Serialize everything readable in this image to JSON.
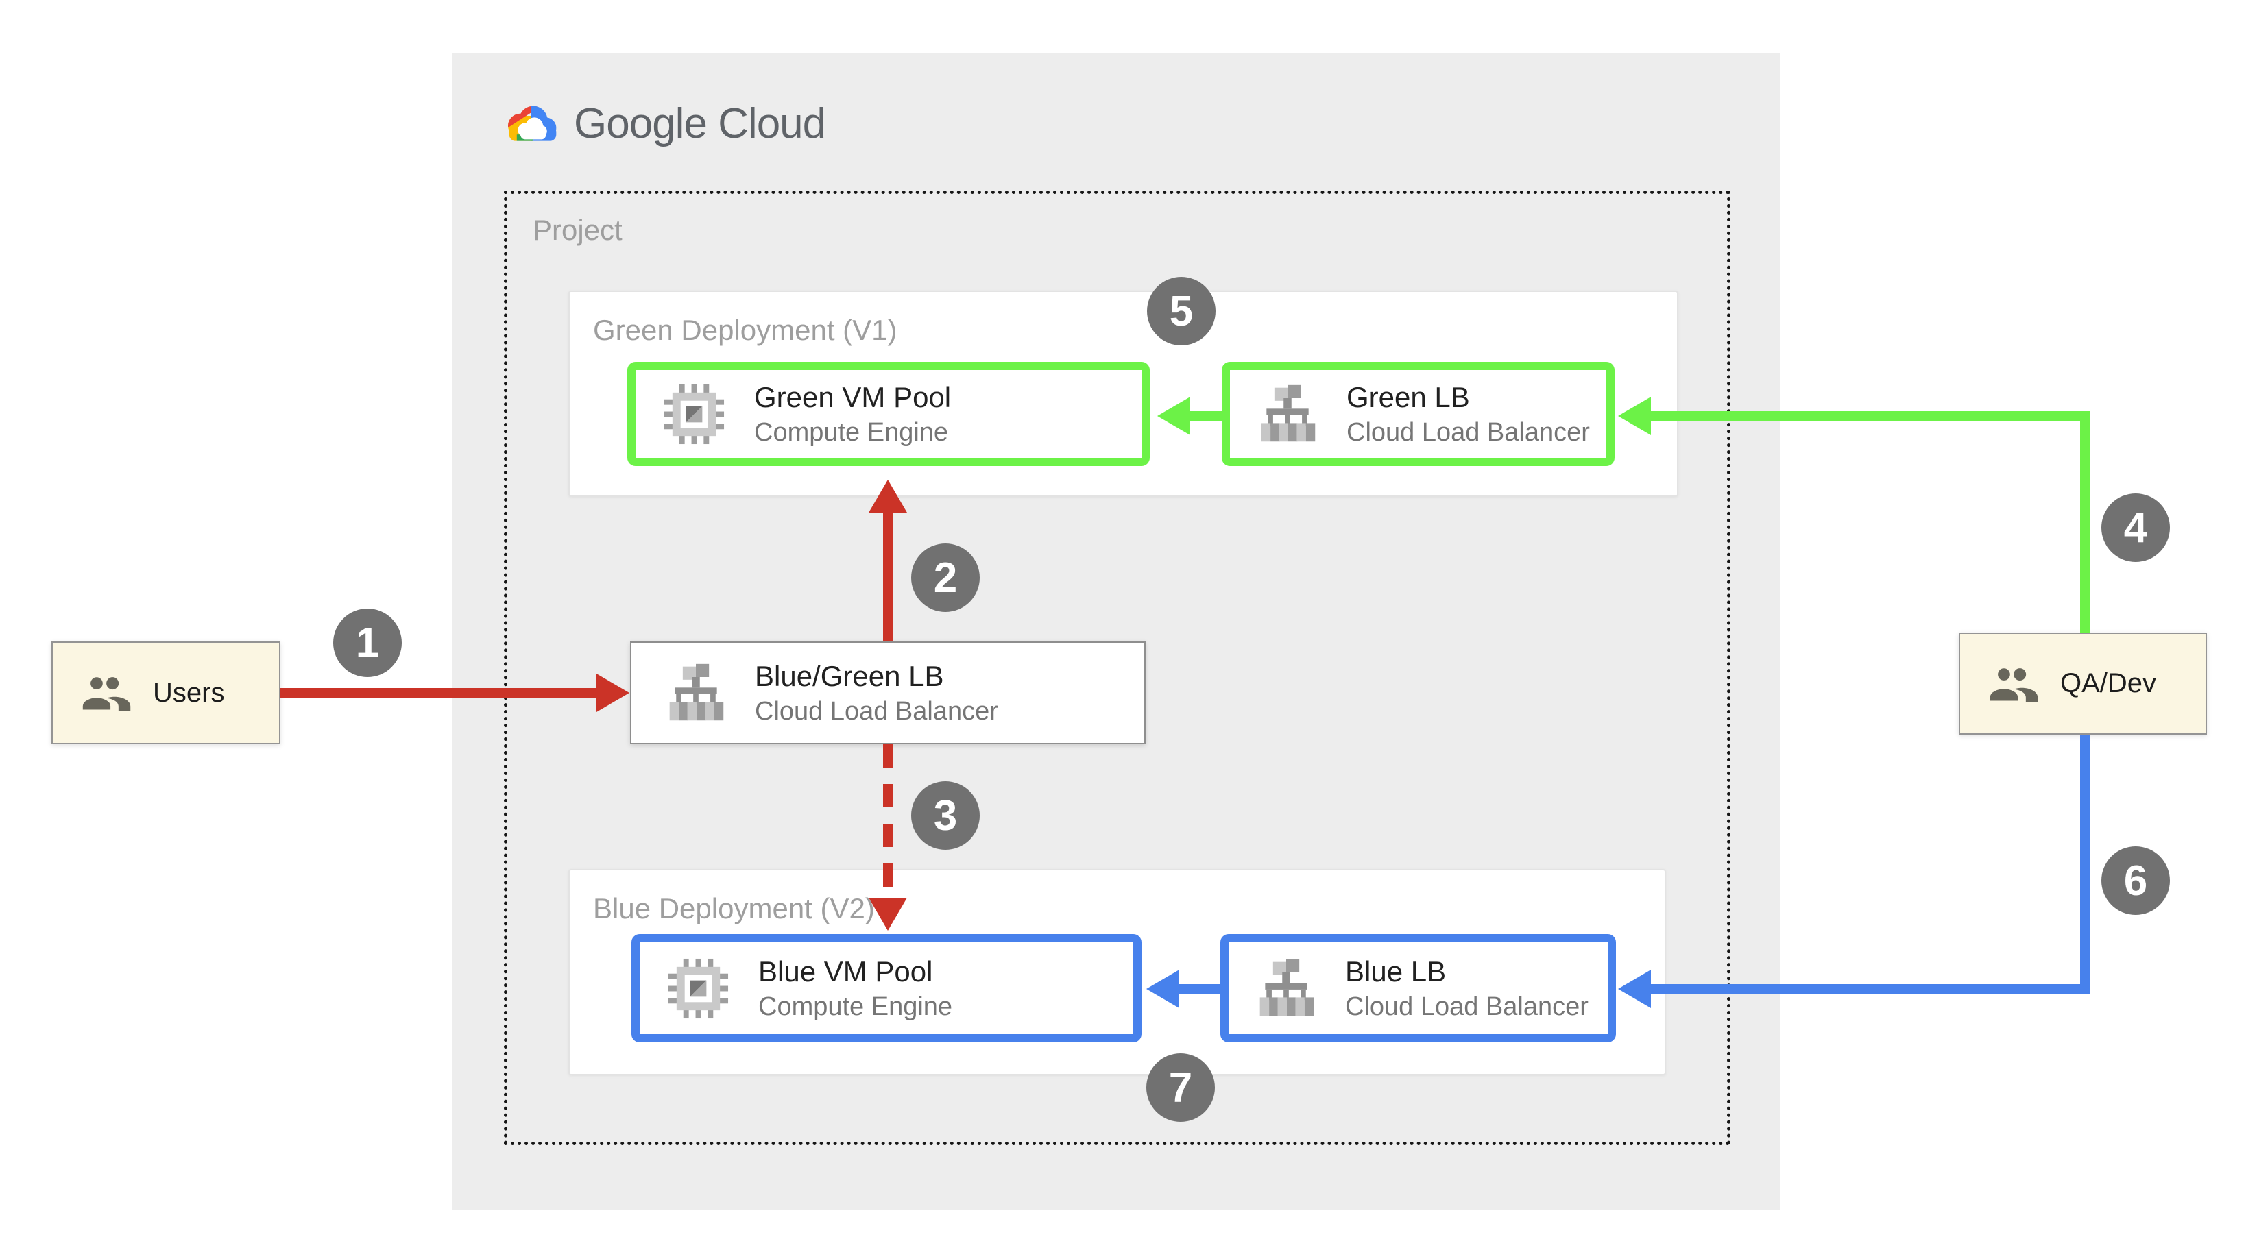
{
  "header": {
    "brand": "Google Cloud"
  },
  "project": {
    "label": "Project"
  },
  "green_deployment": {
    "label": "Green Deployment (V1)",
    "vm_pool": {
      "title": "Green VM Pool",
      "subtitle": "Compute Engine"
    },
    "lb": {
      "title": "Green LB",
      "subtitle": "Cloud Load Balancer"
    }
  },
  "blue_deployment": {
    "label": "Blue Deployment (V2)",
    "vm_pool": {
      "title": "Blue VM Pool",
      "subtitle": "Compute Engine"
    },
    "lb": {
      "title": "Blue LB",
      "subtitle": "Cloud Load Balancer"
    }
  },
  "router": {
    "title": "Blue/Green LB",
    "subtitle": "Cloud Load Balancer"
  },
  "actors": {
    "users": "Users",
    "qa_dev": "QA/Dev"
  },
  "steps": [
    "1",
    "2",
    "3",
    "4",
    "5",
    "6",
    "7"
  ],
  "icons": {
    "logo": "google-cloud-logo",
    "vm": "compute-engine-chip-icon",
    "lb": "load-balancer-tree-icon",
    "people": "users-people-icon"
  },
  "colors": {
    "green": "#6CF247",
    "blue": "#4781EC",
    "red": "#CB3327",
    "badge": "#717171",
    "panel": "#EDEDED",
    "cream": "#FBF6E2",
    "label-gray": "#9E9E9E",
    "subtitle-gray": "#757575",
    "title-dark": "#212121",
    "logo-gray": "#5F6368"
  }
}
